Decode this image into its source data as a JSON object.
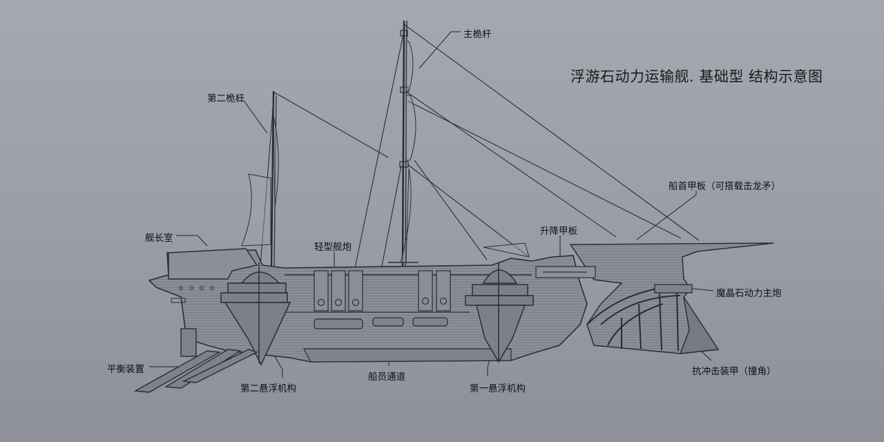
{
  "title": "浮游石动力运输舰. 基础型  结构示意图",
  "labels": {
    "main_mast": "主桅杆",
    "second_mast": "第二桅杆",
    "captain_room": "舰长室",
    "light_cannon": "轻型舰炮",
    "lift_deck": "升降甲板",
    "bow_deck": "船首甲板（可搭载击龙矛）",
    "magic_cannon": "魔晶石动力主炮",
    "balance_device": "平衡装置",
    "second_levitation": "第二悬浮机构",
    "crew_passage": "船员通道",
    "first_levitation": "第一悬浮机构",
    "ram_armor": "抗冲击装甲（撞角）"
  }
}
